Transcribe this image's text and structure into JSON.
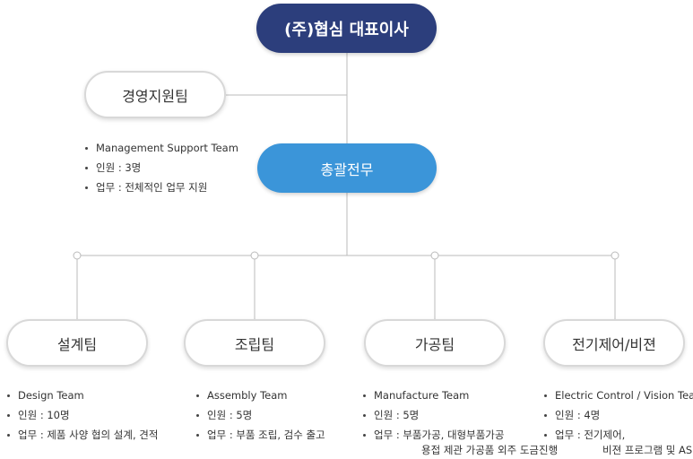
{
  "ceo": "(주)협심 대표이사",
  "support_team": {
    "name": "경영지원팀",
    "info": [
      "Management Support Team",
      "인원 : 3명",
      "업무 : 전체적인 업무 지원"
    ]
  },
  "director": "총괄전무",
  "teams": [
    {
      "name": "설계팀",
      "info": [
        "Design Team",
        "인원 : 10명",
        "업무 : 제품 사양 협의 설계, 견적"
      ]
    },
    {
      "name": "조립팀",
      "info": [
        "Assembly Team",
        "인원 : 5명",
        "업무 : 부품 조립, 검수 출고"
      ]
    },
    {
      "name": "가공팀",
      "info": [
        "Manufacture Team",
        "인원 : 5명",
        "업무 : 부품가공, 대형부품가공"
      ],
      "info_cont": "용접 제관 가공품 외주 도금진행"
    },
    {
      "name": "전기제어/비젼",
      "info": [
        "Electric Control / Vision Team",
        "인원 : 4명",
        "업무 : 전기제어,"
      ],
      "info_cont": "비젼 프로그램 및 AS"
    }
  ],
  "colors": {
    "ceo_bg": "#2c3e7c",
    "director_bg": "#3b95d9",
    "line": "#bbbbbb"
  }
}
